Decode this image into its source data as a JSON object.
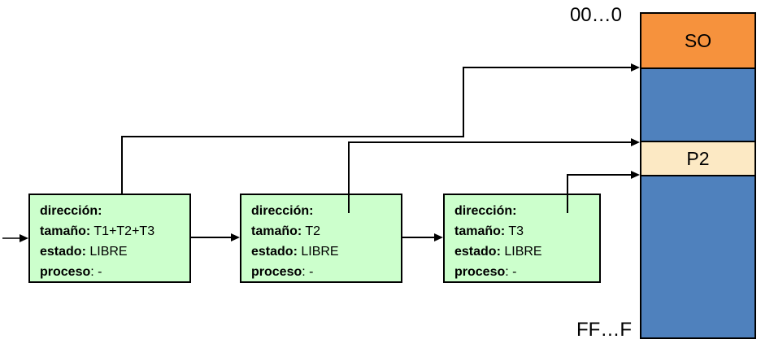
{
  "labels": {
    "address_top": "00…0",
    "address_bottom": "FF…F"
  },
  "memory_map": {
    "segments": [
      {
        "name": "so",
        "label": "SO",
        "color": "#F6923D",
        "state": "occupied-os"
      },
      {
        "name": "free-upper",
        "label": "",
        "color": "#4F81BD",
        "state": "hole"
      },
      {
        "name": "p2",
        "label": "P2",
        "color": "#FCE9C4",
        "state": "occupied-process"
      },
      {
        "name": "free-lower",
        "label": "",
        "color": "#4F81BD",
        "state": "hole"
      }
    ]
  },
  "free_list": {
    "nodes": [
      {
        "fields": [
          {
            "b": "dirección:",
            "r": ""
          },
          {
            "b": "tamaño:",
            "r": " T1+T2+T3"
          },
          {
            "b": "estado:",
            "r": " LIBRE"
          },
          {
            "b": "proceso",
            "r": ": -"
          }
        ]
      },
      {
        "fields": [
          {
            "b": "dirección:",
            "r": ""
          },
          {
            "b": "tamaño:",
            "r": " T2"
          },
          {
            "b": "estado:",
            "r": " LIBRE"
          },
          {
            "b": "proceso",
            "r": ": -"
          }
        ]
      },
      {
        "fields": [
          {
            "b": "dirección:",
            "r": ""
          },
          {
            "b": "estado:",
            "r": " LIBRE"
          },
          {
            "b": "tamaño:",
            "r": " T3"
          },
          {
            "b": "proceso",
            "r": ": -"
          }
        ]
      }
    ]
  },
  "colors": {
    "node_fill": "#CCFFCC",
    "bar_blue": "#4F81BD",
    "so_orange": "#F6923D",
    "p2_cream": "#FCE9C4",
    "line": "#000000",
    "entry_arrow_shaft": "#3F3F3F"
  }
}
